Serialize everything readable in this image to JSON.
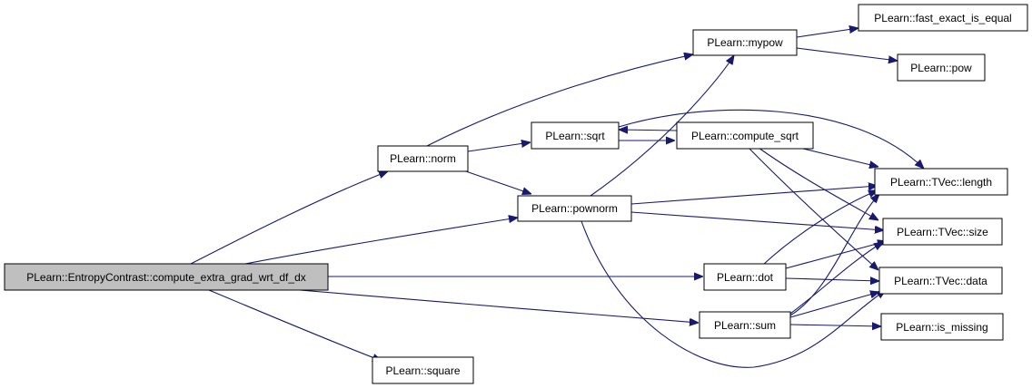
{
  "colors": {
    "edge": "#191970",
    "root_fill": "#bfbfbf",
    "node_fill": "#ffffff",
    "border": "#000000"
  },
  "nodes": {
    "root": "PLearn::EntropyContrast::compute_extra_grad_wrt_df_dx",
    "norm": "PLearn::norm",
    "pownorm": "PLearn::pownorm",
    "mypow": "PLearn::mypow",
    "sqrt": "PLearn::sqrt",
    "compute_sqrt": "PLearn::compute_sqrt",
    "fast_exact_is_equal": "PLearn::fast_exact_is_equal",
    "pow": "PLearn::pow",
    "length": "PLearn::TVec::length",
    "size": "PLearn::TVec::size",
    "data": "PLearn::TVec::data",
    "dot": "PLearn::dot",
    "sum": "PLearn::sum",
    "is_missing": "PLearn::is_missing",
    "square": "PLearn::square"
  }
}
